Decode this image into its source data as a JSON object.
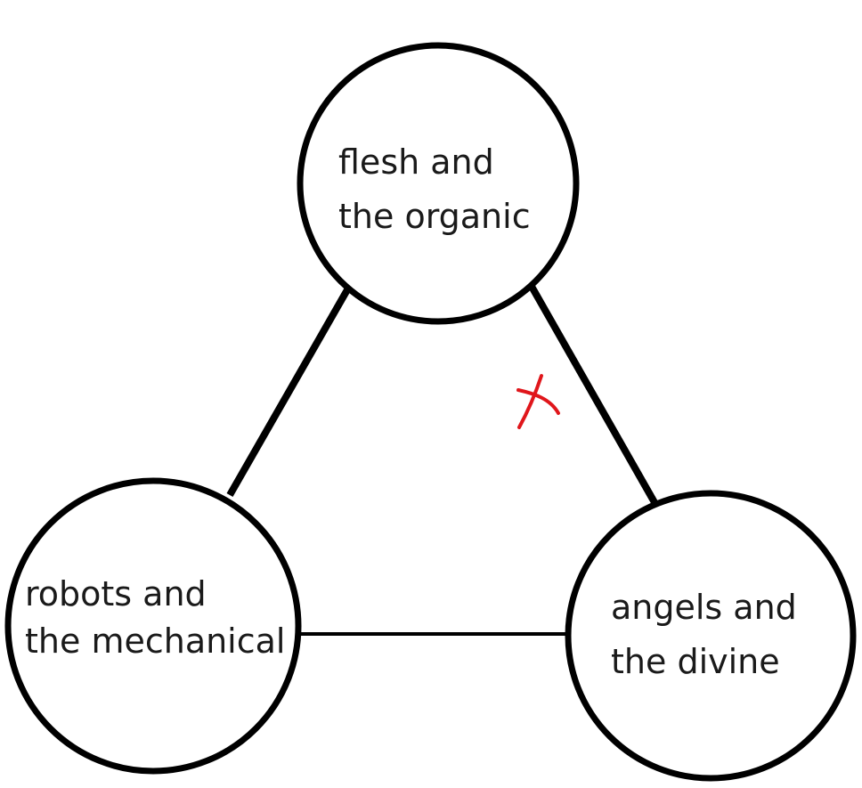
{
  "nodes": {
    "top": {
      "line1": "flesh and",
      "line2": "the organic"
    },
    "left": {
      "line1": "robots and",
      "line2": "the mechanical"
    },
    "right": {
      "line1": "angels and",
      "line2": "the divine"
    }
  },
  "edges": [
    {
      "from": "top",
      "to": "left",
      "style": "thick"
    },
    {
      "from": "top",
      "to": "right",
      "style": "thick",
      "annotation": "x-mark"
    },
    {
      "from": "left",
      "to": "right",
      "style": "thin"
    }
  ],
  "colors": {
    "stroke": "#000000",
    "text": "#1a1a1a",
    "annotation": "#e0161b"
  }
}
